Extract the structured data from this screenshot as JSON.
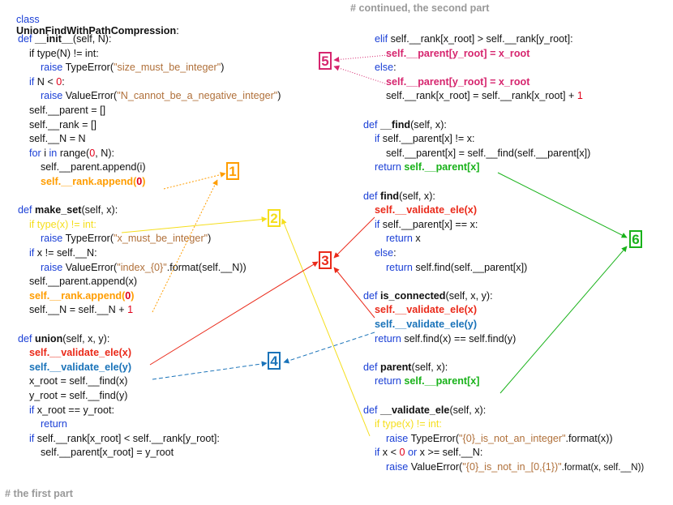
{
  "title": {
    "kw": "class",
    "name": "UnionFindWithPathCompression",
    "colon": ":"
  },
  "comments": {
    "first": "# the first part",
    "second": "# continued, the second part"
  },
  "colors": {
    "keyword": "#1a3fd6",
    "string": "#b0703a",
    "number": "#e0001a",
    "black": "#111111",
    "orange": "#ff9d00",
    "yellow": "#f5de1c",
    "red": "#ea2a1a",
    "blue": "#1a73b9",
    "green": "#19b21a",
    "magenta": "#d6256e"
  },
  "badges": [
    {
      "label": "1",
      "color": "orange"
    },
    {
      "label": "2",
      "color": "yellow"
    },
    {
      "label": "3",
      "color": "red"
    },
    {
      "label": "4",
      "color": "blue"
    },
    {
      "label": "5",
      "color": "magenta"
    },
    {
      "label": "6",
      "color": "green"
    }
  ],
  "left_code": [
    [
      {
        "t": "def ",
        "c": "keyword"
      },
      {
        "t": "__init__",
        "b": true
      },
      {
        "t": "(self, N):"
      }
    ],
    [
      {
        "t": "    if type(N) != int:"
      }
    ],
    [
      {
        "t": "        raise ",
        "c": "keyword"
      },
      {
        "t": "TypeError("
      },
      {
        "t": "\"size_must_be_integer\"",
        "c": "string"
      },
      {
        "t": ")"
      }
    ],
    [
      {
        "t": "    if ",
        "c": "keyword"
      },
      {
        "t": "N < "
      },
      {
        "t": "0",
        "c": "number"
      },
      {
        "t": ":"
      }
    ],
    [
      {
        "t": "        raise ",
        "c": "keyword"
      },
      {
        "t": "ValueError("
      },
      {
        "t": "\"N_cannot_be_a_negative_integer\"",
        "c": "string"
      },
      {
        "t": ")"
      }
    ],
    [
      {
        "t": "    self.__parent = []"
      }
    ],
    [
      {
        "t": "    self.__rank = []"
      }
    ],
    [
      {
        "t": "    self.__N = N"
      }
    ],
    [
      {
        "t": "    for ",
        "c": "keyword"
      },
      {
        "t": "i "
      },
      {
        "t": "in ",
        "c": "keyword"
      },
      {
        "t": "range("
      },
      {
        "t": "0",
        "c": "number"
      },
      {
        "t": ", N):"
      }
    ],
    [
      {
        "t": "        self.__parent.append(i)"
      }
    ],
    [
      {
        "t": "        self.__rank.append(",
        "c": "orange",
        "b": true
      },
      {
        "t": "0",
        "c": "number",
        "b": true
      },
      {
        "t": ")",
        "c": "orange",
        "b": true
      }
    ],
    [],
    [
      {
        "t": "def ",
        "c": "keyword"
      },
      {
        "t": "make_set",
        "b": true
      },
      {
        "t": "(self, x):"
      }
    ],
    [
      {
        "t": "    if type(x) != int:",
        "c": "yellow"
      }
    ],
    [
      {
        "t": "        raise ",
        "c": "keyword"
      },
      {
        "t": "TypeError("
      },
      {
        "t": "\"x_must_be_integer\"",
        "c": "string"
      },
      {
        "t": ")"
      }
    ],
    [
      {
        "t": "    if ",
        "c": "keyword"
      },
      {
        "t": "x != self.__N:"
      }
    ],
    [
      {
        "t": "        raise ",
        "c": "keyword"
      },
      {
        "t": "ValueError("
      },
      {
        "t": "\"index_{0}\"",
        "c": "string"
      },
      {
        "t": ".format(self.__N))"
      }
    ],
    [
      {
        "t": "    self.__parent.append(x)"
      }
    ],
    [
      {
        "t": "    self.__rank.append(",
        "c": "orange",
        "b": true
      },
      {
        "t": "0",
        "c": "number",
        "b": true
      },
      {
        "t": ")",
        "c": "orange",
        "b": true
      }
    ],
    [
      {
        "t": "    self.__N = self.__N + "
      },
      {
        "t": "1",
        "c": "number"
      }
    ],
    [],
    [
      {
        "t": "def ",
        "c": "keyword"
      },
      {
        "t": "union",
        "b": true
      },
      {
        "t": "(self, x, y):"
      }
    ],
    [
      {
        "t": "    self.__validate_ele(x)",
        "c": "red",
        "b": true
      }
    ],
    [
      {
        "t": "    self.__validate_ele(y)",
        "c": "blue",
        "b": true
      }
    ],
    [
      {
        "t": "    x_root = self.__find(x)"
      }
    ],
    [
      {
        "t": "    y_root = self.__find(y)"
      }
    ],
    [
      {
        "t": "    if ",
        "c": "keyword"
      },
      {
        "t": "x_root == y_root:"
      }
    ],
    [
      {
        "t": "        return",
        "c": "keyword"
      }
    ],
    [
      {
        "t": "    if ",
        "c": "keyword"
      },
      {
        "t": "self.__rank[x_root] < self.__rank[y_root]:"
      }
    ],
    [
      {
        "t": "        self.__parent[x_root] = y_root"
      }
    ]
  ],
  "right_code": [
    [
      {
        "t": "    elif ",
        "c": "keyword"
      },
      {
        "t": "self.__rank[x_root] > self.__rank[y_root]:"
      }
    ],
    [
      {
        "t": "        self.__parent[y_root] = x_root",
        "c": "magenta",
        "b": true
      }
    ],
    [
      {
        "t": "    else",
        "c": "keyword"
      },
      {
        "t": ":"
      }
    ],
    [
      {
        "t": "        self.__parent[y_root] = x_root",
        "c": "magenta",
        "b": true
      }
    ],
    [
      {
        "t": "        self.__rank[x_root] = self.__rank[x_root] + "
      },
      {
        "t": "1",
        "c": "number"
      }
    ],
    [],
    [
      {
        "t": "def ",
        "c": "keyword"
      },
      {
        "t": "__find",
        "b": true
      },
      {
        "t": "(self, x):"
      }
    ],
    [
      {
        "t": "    if ",
        "c": "keyword"
      },
      {
        "t": "self.__parent[x] != x:"
      }
    ],
    [
      {
        "t": "        self.__parent[x] = self.__find(self.__parent[x])"
      }
    ],
    [
      {
        "t": "    return ",
        "c": "keyword"
      },
      {
        "t": "self.__parent[x]",
        "c": "green",
        "b": true
      }
    ],
    [],
    [
      {
        "t": "def ",
        "c": "keyword"
      },
      {
        "t": "find",
        "b": true
      },
      {
        "t": "(self, x):"
      }
    ],
    [
      {
        "t": "    self.__validate_ele(x)",
        "c": "red",
        "b": true
      }
    ],
    [
      {
        "t": "    if ",
        "c": "keyword"
      },
      {
        "t": "self.__parent[x] == x:"
      }
    ],
    [
      {
        "t": "        return ",
        "c": "keyword"
      },
      {
        "t": "x"
      }
    ],
    [
      {
        "t": "    else",
        "c": "keyword"
      },
      {
        "t": ":"
      }
    ],
    [
      {
        "t": "        return ",
        "c": "keyword"
      },
      {
        "t": "self.find(self.__parent[x])"
      }
    ],
    [],
    [
      {
        "t": "def ",
        "c": "keyword"
      },
      {
        "t": "is_connected",
        "b": true
      },
      {
        "t": "(self, x, y):"
      }
    ],
    [
      {
        "t": "    self.__validate_ele(x)",
        "c": "red",
        "b": true
      }
    ],
    [
      {
        "t": "    self.__validate_ele(y)",
        "c": "blue",
        "b": true
      }
    ],
    [
      {
        "t": "    return ",
        "c": "keyword"
      },
      {
        "t": "self.find(x) == self.find(y)"
      }
    ],
    [],
    [
      {
        "t": "def ",
        "c": "keyword"
      },
      {
        "t": "parent",
        "b": true
      },
      {
        "t": "(self, x):"
      }
    ],
    [
      {
        "t": "    return ",
        "c": "keyword"
      },
      {
        "t": "self.__parent[x]",
        "c": "green",
        "b": true
      }
    ],
    [],
    [
      {
        "t": "def ",
        "c": "keyword"
      },
      {
        "t": "__validate_ele",
        "b": true
      },
      {
        "t": "(self, x):"
      }
    ],
    [
      {
        "t": "    if type(x) != int:",
        "c": "yellow"
      }
    ],
    [
      {
        "t": "        raise ",
        "c": "keyword"
      },
      {
        "t": "TypeError("
      },
      {
        "t": "\"{0}_is_not_an_integer\"",
        "c": "string"
      },
      {
        "t": ".format(x))"
      }
    ],
    [
      {
        "t": "    if ",
        "c": "keyword"
      },
      {
        "t": "x < "
      },
      {
        "t": "0",
        "c": "number"
      },
      {
        "t": " or ",
        "c": "keyword"
      },
      {
        "t": "x >= self.__N:"
      }
    ],
    [
      {
        "t": "        raise ",
        "c": "keyword"
      },
      {
        "t": "ValueError("
      },
      {
        "t": "\"{0}_is_not_in_[0,{1})\"",
        "c": "string"
      },
      {
        "t": ".format(x, self.__N))",
        "small": true
      }
    ]
  ]
}
